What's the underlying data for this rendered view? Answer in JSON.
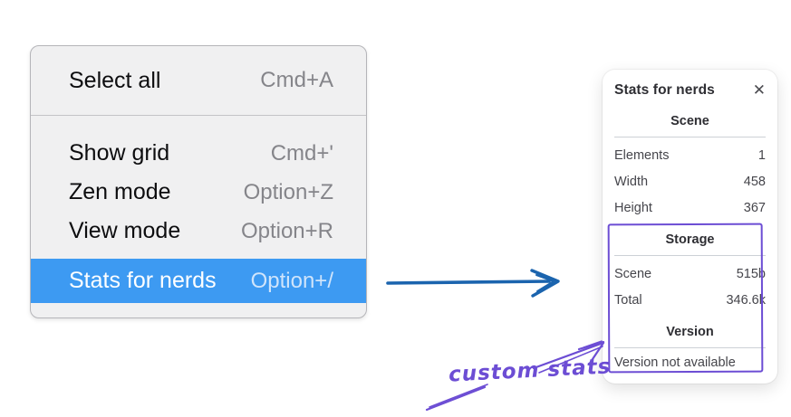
{
  "menu": {
    "items": [
      {
        "label": "Select all",
        "shortcut": "Cmd+A",
        "highlighted": false
      },
      {
        "label": "Show grid",
        "shortcut": "Cmd+'",
        "highlighted": false
      },
      {
        "label": "Zen mode",
        "shortcut": "Option+Z",
        "highlighted": false
      },
      {
        "label": "View mode",
        "shortcut": "Option+R",
        "highlighted": false
      },
      {
        "label": "Stats for nerds",
        "shortcut": "Option+/",
        "highlighted": true
      }
    ]
  },
  "panel": {
    "title": "Stats for nerds",
    "scene": {
      "heading": "Scene",
      "rows": [
        {
          "label": "Elements",
          "value": "1"
        },
        {
          "label": "Width",
          "value": "458"
        },
        {
          "label": "Height",
          "value": "367"
        }
      ]
    },
    "storage": {
      "heading": "Storage",
      "rows": [
        {
          "label": "Scene",
          "value": "515b"
        },
        {
          "label": "Total",
          "value": "346.6k"
        }
      ]
    },
    "version": {
      "heading": "Version",
      "note": "Version not available"
    }
  },
  "annotation": {
    "label": "custom stats"
  },
  "icons": {
    "close": "✕"
  },
  "colors": {
    "menu_highlight": "#3d9af2",
    "menu_highlight_shortcut": "#cfe4fb",
    "arrow_blue": "#1b64ae",
    "annotation_purple": "#6c4dd4"
  }
}
